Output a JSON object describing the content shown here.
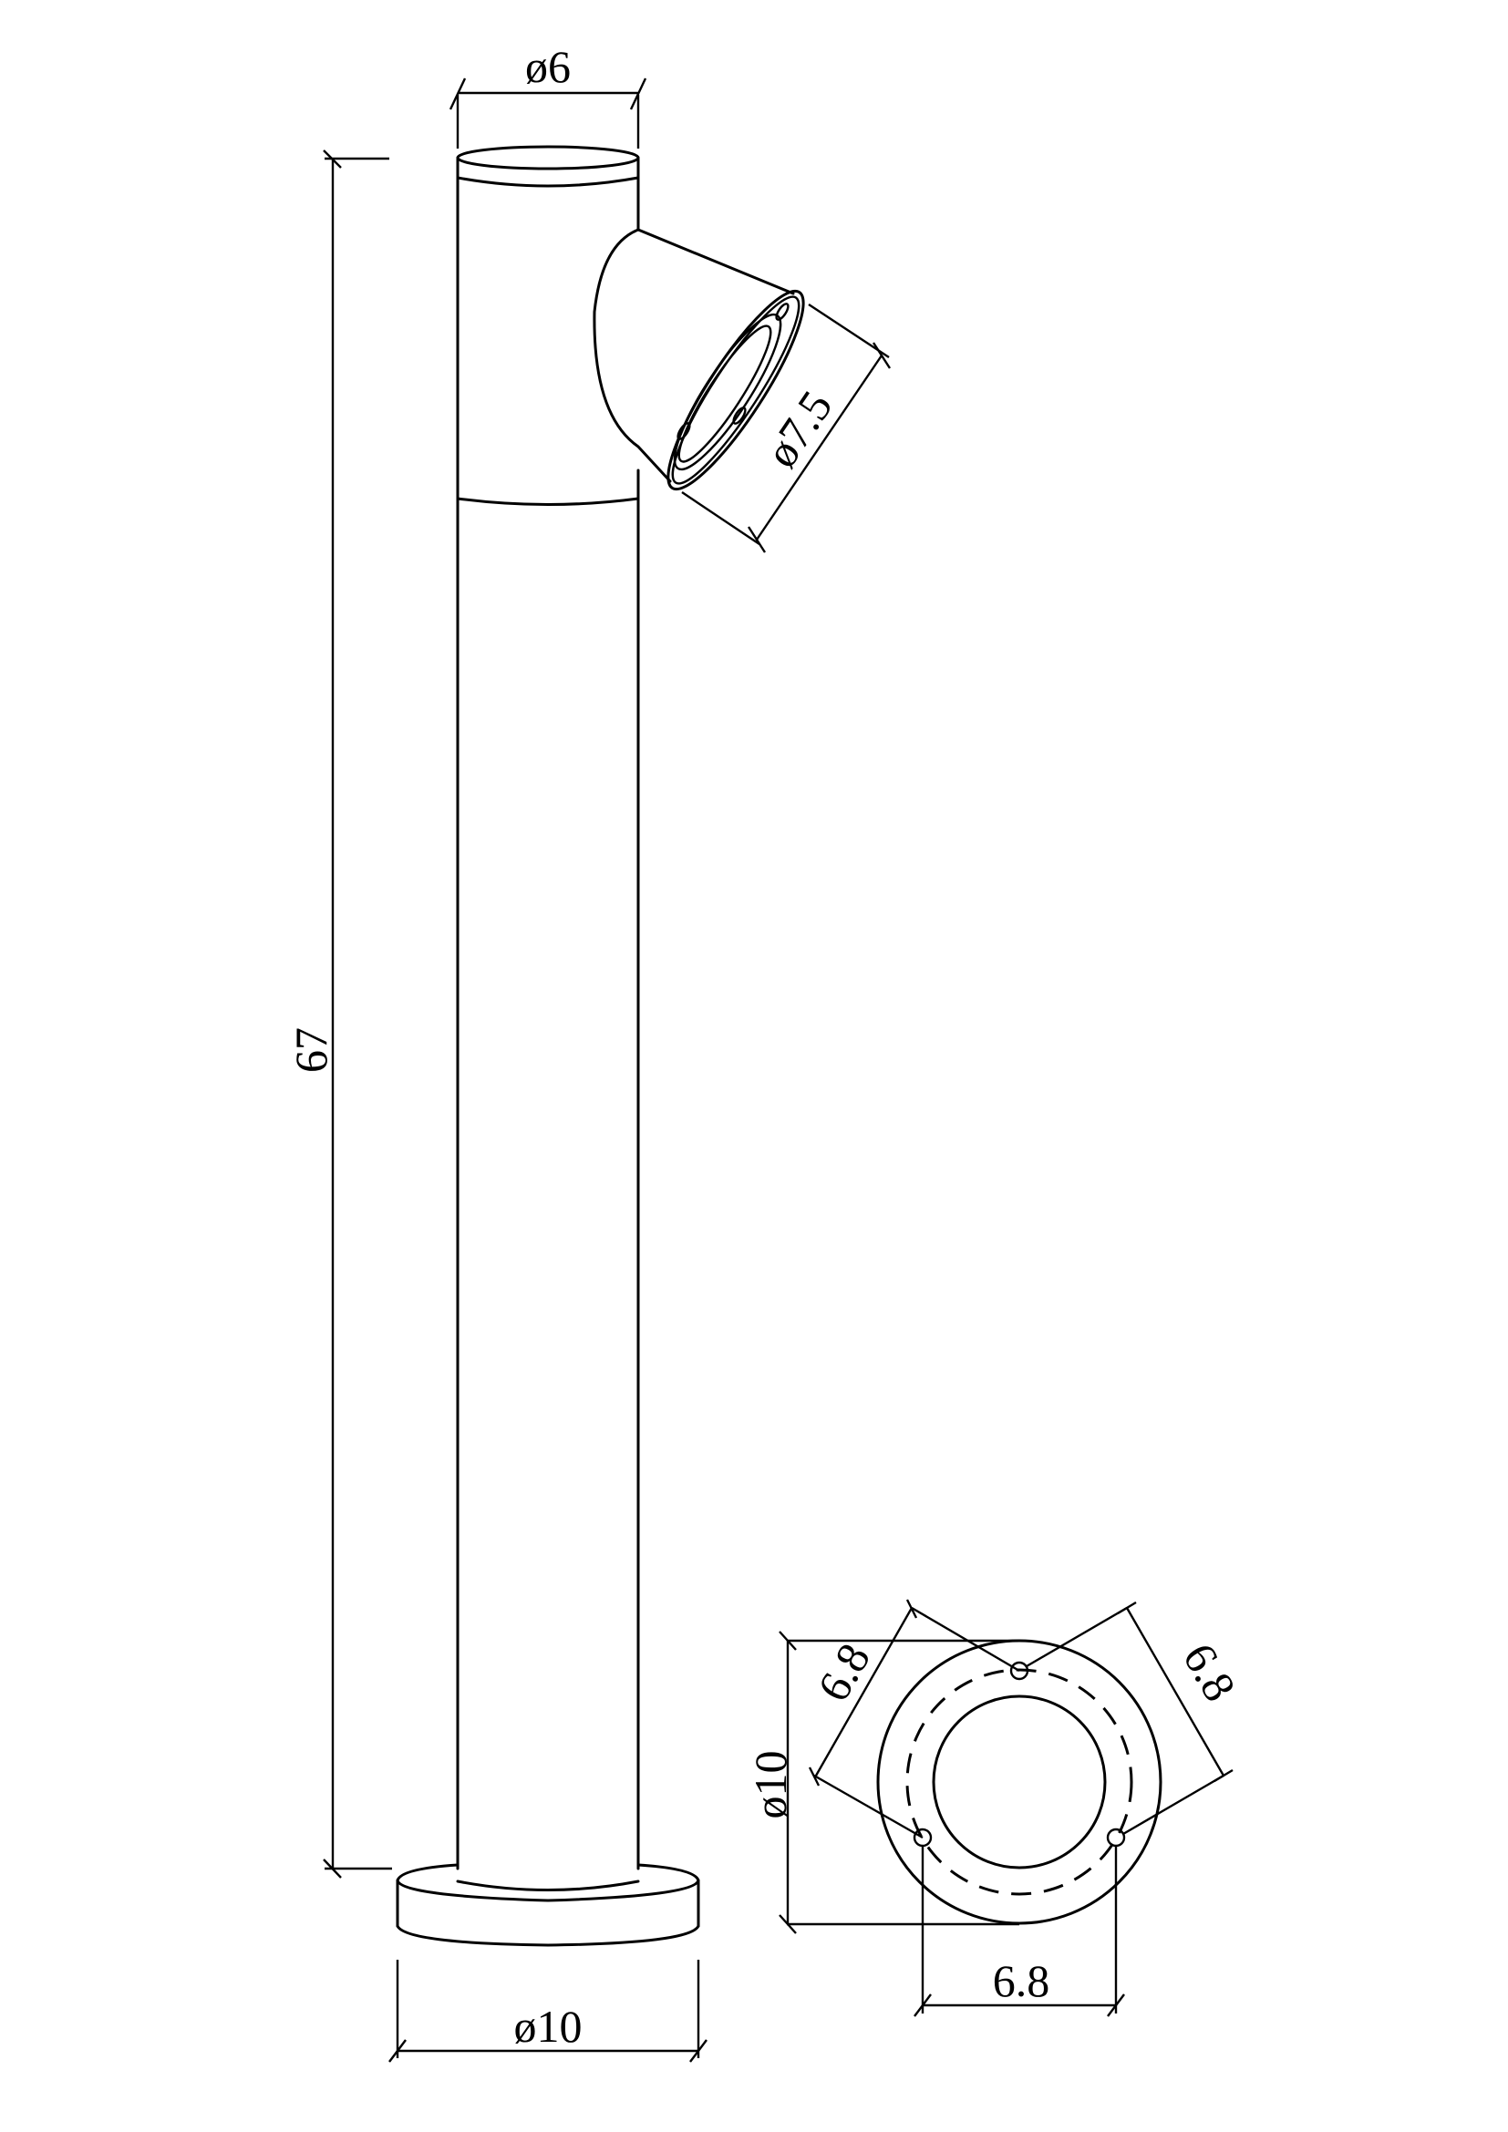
{
  "drawing": {
    "subject": "Bollard lamp post with angled spotlight head",
    "colors": {
      "line": "#000000",
      "background": "#ffffff"
    },
    "side_view": {
      "dimensions": {
        "top_diameter": "ø6",
        "head_diameter": "ø7.5",
        "height": "67",
        "base_diameter": "ø10"
      }
    },
    "top_view": {
      "dimensions": {
        "base_diameter": "ø10",
        "hole_spacing_left": "6.8",
        "hole_spacing_right": "6.8",
        "hole_spacing_bottom": "6.8"
      },
      "mounting_holes": 3
    }
  }
}
